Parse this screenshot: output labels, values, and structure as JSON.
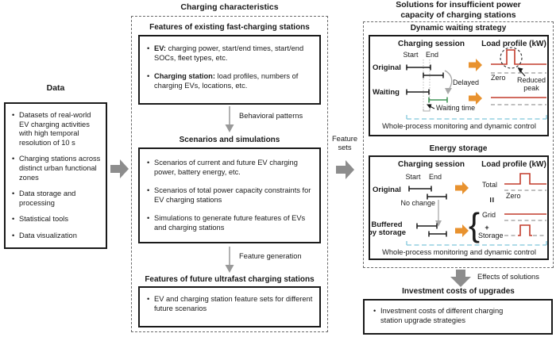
{
  "colors": {
    "red": "#c23b2b",
    "orange": "#e8922f",
    "green": "#449558",
    "light_blue": "#93cfe0",
    "gray_arrow": "#8d8d8d",
    "black": "#1a1a1a"
  },
  "left": {
    "title": "Data",
    "items": [
      "Datasets of real-world EV charging activities with high temporal resolution of 10 s",
      "Charging stations across distinct urban functional zones",
      "Data storage and processing",
      "Statistical tools",
      "Data visualization"
    ]
  },
  "middle": {
    "title": "Charging characteristics",
    "existing": {
      "heading": "Features of existing fast-charging stations",
      "bullets": [
        {
          "prefix": "EV:",
          "text": " charging power, start/end times, start/end SOCs, fleet types, etc."
        },
        {
          "prefix": "Charging station:",
          "text": " load profiles, numbers of charging EVs, locations, etc."
        }
      ]
    },
    "arrow1_label": "Behavioral patterns",
    "scenarios": {
      "heading": "Scenarios and simulations",
      "bullets": [
        "Scenarios of current and future EV charging power, battery energy, etc.",
        "Scenarios of total power capacity constraints for EV charging stations",
        "Simulations to generate future features of EVs and charging stations"
      ]
    },
    "arrow2_label": "Feature generation",
    "future": {
      "heading": "Features of future ultrafast charging stations",
      "bullets": [
        "EV and charging station feature sets for different future scenarios"
      ]
    }
  },
  "feature_sets_label": "Feature sets",
  "right": {
    "title": "Solutions for insufficient power capacity of charging stations",
    "dynamic": {
      "heading": "Dynamic waiting strategy",
      "col1": "Charging session",
      "col2": "Load profile (kW)",
      "start": "Start",
      "end": "End",
      "row1": "Original",
      "row2": "Waiting",
      "delayed": "Delayed",
      "waiting_time": "Waiting time",
      "zero": "Zero",
      "reduced_line1": "Reduced",
      "reduced_line2": "peak",
      "footer": "Whole-process monitoring and dynamic control"
    },
    "storage": {
      "heading": "Energy storage",
      "col1": "Charging session",
      "col2": "Load profile (kW)",
      "start": "Start",
      "end": "End",
      "row1": "Original",
      "row2a": "Buffered",
      "row2b": "by storage",
      "no_change": "No change",
      "total": "Total",
      "zero": "Zero",
      "equals": "=",
      "brace": "{",
      "grid": "Grid",
      "plus": "+",
      "storage_label": "Storage",
      "footer": "Whole-process monitoring and dynamic control"
    },
    "effects_label": "Effects of solutions",
    "investment": {
      "heading": "Investment costs of upgrades",
      "bullets": [
        "Investment costs of different charging station upgrade strategies"
      ]
    }
  }
}
